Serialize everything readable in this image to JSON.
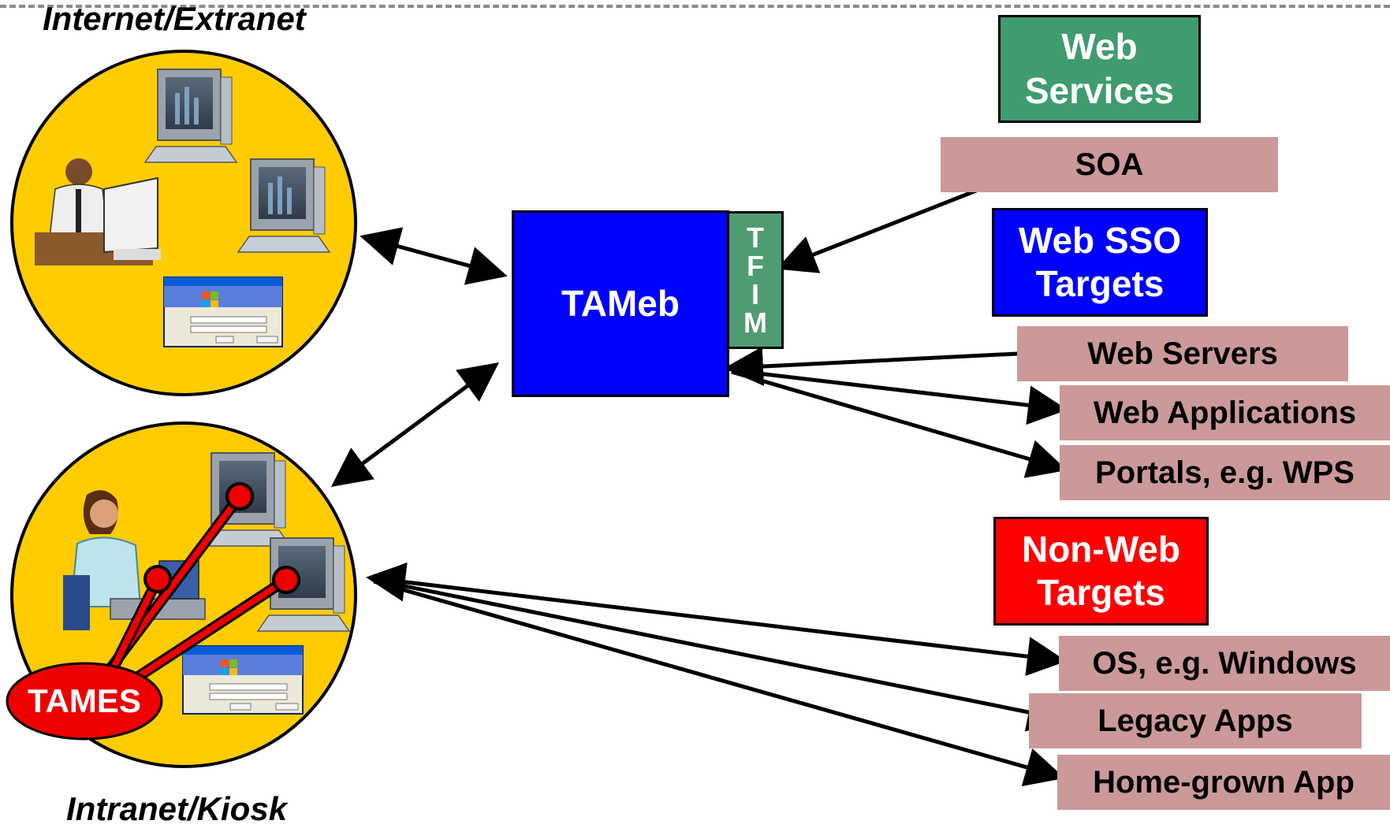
{
  "zones": {
    "internet_label": "Internet/Extranet",
    "intranet_label": "Intranet/Kiosk"
  },
  "center": {
    "tameb_label": "TAMeb",
    "tfim_letters": [
      "T",
      "F",
      "I",
      "M"
    ]
  },
  "tames_label": "TAMES",
  "categories": {
    "web_services": "Web Services",
    "web_sso": "Web SSO Targets",
    "non_web": "Non-Web Targets"
  },
  "targets": {
    "soa": "SOA",
    "web_servers": "Web Servers",
    "web_applications": "Web Applications",
    "portals": "Portals, e.g. WPS",
    "os": "OS, e.g. Windows",
    "legacy_apps": "Legacy Apps",
    "home_grown": "Home-grown App"
  },
  "colors": {
    "zone_fill": "#ffcc00",
    "tameb_fill": "#0000ff",
    "tfim_fill": "#4f9c72",
    "web_services_fill": "#3f9c6e",
    "web_sso_fill": "#0000ff",
    "non_web_fill": "#ff0000",
    "target_bar_fill": "#cc9999",
    "tames_fill": "#ee0000"
  },
  "icons": [
    "desktop-computer-icon",
    "person-at-computer-icon",
    "windows-login-dialog-icon"
  ]
}
